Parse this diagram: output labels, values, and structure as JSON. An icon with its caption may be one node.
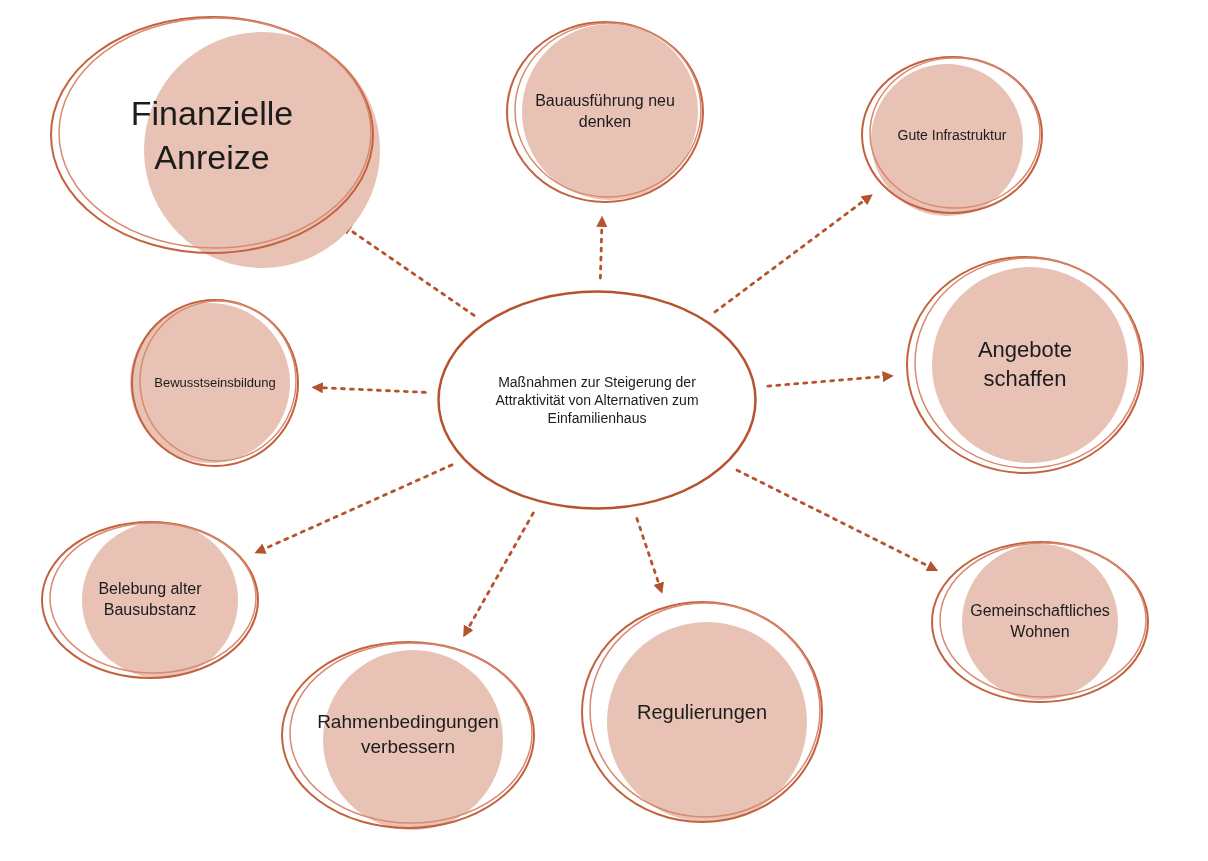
{
  "diagram": {
    "nodes": [
      {
        "text": [
          "Maßnahmen zur Steigerung der Attraktivität von Alternativen zum Einfamilienhaus"
        ]
      },
      {
        "text": [
          "Finanzielle Anreize"
        ]
      },
      {
        "text": [
          "Bauausführung neu denken"
        ]
      },
      {
        "text": [
          "Gute Infrastruktur"
        ]
      },
      {
        "text": [
          "Bewusstseinsbildung"
        ]
      },
      {
        "text": [
          "Angebote schaffen"
        ]
      },
      {
        "text": [
          "Belebung alter Bausubstanz"
        ]
      },
      {
        "text": [
          "Gemeinschaftliches Wohnen"
        ]
      },
      {
        "text": [
          "Regulierungen"
        ]
      },
      {
        "text": [
          "Rahmenbedingungen verbessern"
        ]
      }
    ],
    "edges": [
      {
        "from": 0,
        "to": 1,
        "arrow": "to",
        "style": "dashed"
      },
      {
        "from": 0,
        "to": 2,
        "arrow": "to",
        "style": "dashed"
      },
      {
        "from": 0,
        "to": 3,
        "arrow": "to",
        "style": "dashed"
      },
      {
        "from": 0,
        "to": 4,
        "arrow": "to",
        "style": "dashed"
      },
      {
        "from": 0,
        "to": 5,
        "arrow": "to",
        "style": "dashed"
      },
      {
        "from": 0,
        "to": 6,
        "arrow": "to",
        "style": "dashed"
      },
      {
        "from": 0,
        "to": 7,
        "arrow": "to",
        "style": "dashed"
      },
      {
        "from": 0,
        "to": 8,
        "arrow": "to",
        "style": "dashed"
      },
      {
        "from": 0,
        "to": 9,
        "arrow": "to",
        "style": "dashed"
      }
    ]
  }
}
